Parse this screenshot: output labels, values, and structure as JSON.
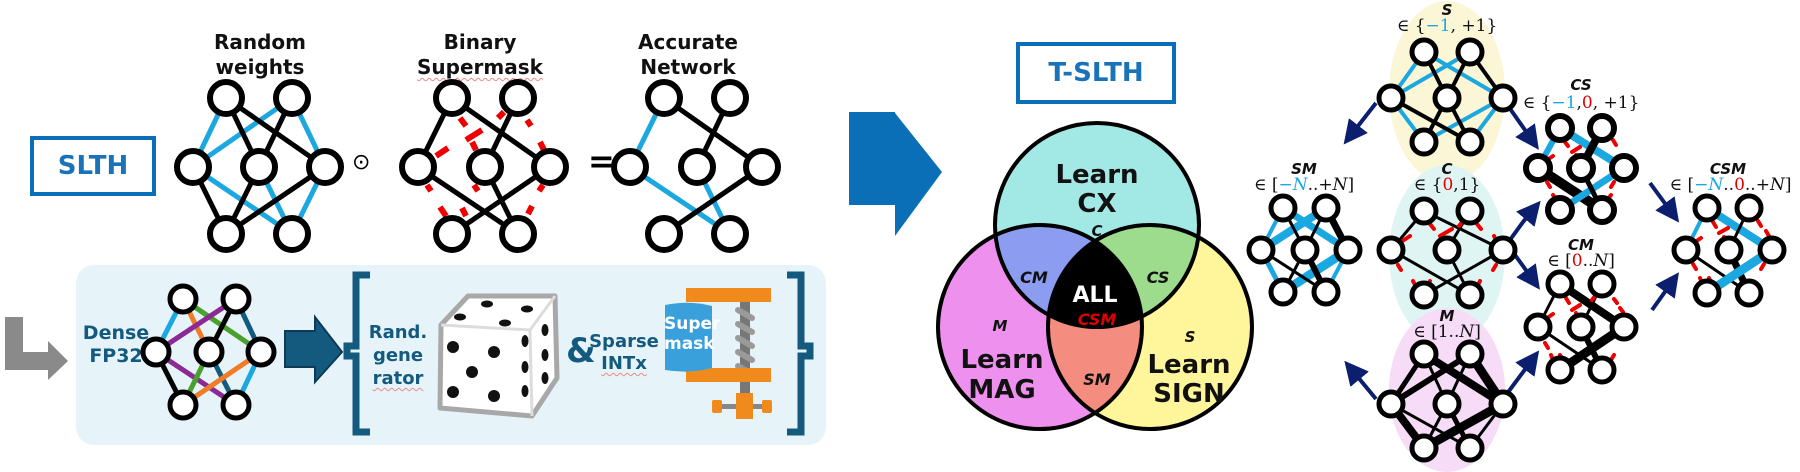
{
  "slth": {
    "label": "SLTH",
    "random_weights": {
      "line1": "Random",
      "line2": "weights"
    },
    "operator_hadamard": "⊙",
    "binary_supermask": {
      "line1": "Binary",
      "line2": "Supermask"
    },
    "operator_equals": "=",
    "accurate_network": {
      "line1": "Accurate",
      "line2": "Network"
    }
  },
  "compression_panel": {
    "dense_label": {
      "line1": "Dense",
      "line2": "FP32"
    },
    "rand_gen_label": {
      "line1": "Rand.",
      "line2": "gene",
      "line3": "rator"
    },
    "ampersand": "&",
    "sparse_label": {
      "line1": "Sparse",
      "line2": "INTx"
    },
    "supermask_label": {
      "line1": "Super",
      "line2": "mask"
    }
  },
  "tslth": {
    "label": "T-SLTH",
    "venn": {
      "top_circle": {
        "line1": "Learn",
        "line2": "CX",
        "sub": "C"
      },
      "left_circle": {
        "line1": "Learn",
        "line2": "MAG",
        "sub": "M"
      },
      "right_circle": {
        "line1": "Learn",
        "line2": "SIGN",
        "sub": "S"
      },
      "cm": "CM",
      "cs": "CS",
      "sm": "SM",
      "center": {
        "line1": "ALL",
        "line2": "CSM"
      },
      "colors": {
        "top": "#a2e8e4",
        "left": "#ee90ee",
        "right": "#fff59a",
        "cm": "#8c9cf0",
        "cs": "#9cdc8c",
        "sm": "#f58c80",
        "center": "#000000"
      }
    }
  },
  "lattice": {
    "s": {
      "name": "S",
      "set_prefix": "∈ {",
      "parts": [
        {
          "t": "−1",
          "c": "blue"
        },
        {
          "t": ", +1}",
          "c": "black"
        }
      ]
    },
    "c": {
      "name": "C",
      "set_prefix": "∈ {",
      "parts": [
        {
          "t": "0",
          "c": "red"
        },
        {
          "t": ",1}",
          "c": "black"
        }
      ]
    },
    "m": {
      "name": "M",
      "set_prefix": "∈ [",
      "parts": [
        {
          "t": "1..",
          "c": "black"
        },
        {
          "t": "N",
          "c": "black-it"
        },
        {
          "t": "]",
          "c": "black"
        }
      ]
    },
    "sm": {
      "name": "SM",
      "set_prefix": "∈ [",
      "parts": [
        {
          "t": "−N",
          "c": "blue-it"
        },
        {
          "t": "..+",
          "c": "black"
        },
        {
          "t": "N",
          "c": "black-it"
        },
        {
          "t": "]",
          "c": "black"
        }
      ]
    },
    "cs": {
      "name": "CS",
      "set_prefix": "∈ {",
      "parts": [
        {
          "t": "−1",
          "c": "blue"
        },
        {
          "t": ",",
          "c": "black"
        },
        {
          "t": "0",
          "c": "red"
        },
        {
          "t": ", +1}",
          "c": "black"
        }
      ]
    },
    "cm": {
      "name": "CM",
      "set_prefix": "∈ [",
      "parts": [
        {
          "t": "0",
          "c": "red"
        },
        {
          "t": "..",
          "c": "black"
        },
        {
          "t": "N",
          "c": "black-it"
        },
        {
          "t": "]",
          "c": "black"
        }
      ]
    },
    "csm": {
      "name": "CSM",
      "set_prefix": "∈ [",
      "parts": [
        {
          "t": "−N",
          "c": "blue-it"
        },
        {
          "t": "..",
          "c": "black"
        },
        {
          "t": "0",
          "c": "red"
        },
        {
          "t": "..+",
          "c": "black"
        },
        {
          "t": "N",
          "c": "black-it"
        },
        {
          "t": "]",
          "c": "black"
        }
      ]
    }
  },
  "colors": {
    "brand_blue": "#0b6fb8",
    "edge_blue": "#1ba7e0",
    "mask_red": "#ee0000",
    "dark_teal": "#145a7e",
    "arrow_navy": "#0b1f6e",
    "panel_bg": "#e6f4fa"
  }
}
